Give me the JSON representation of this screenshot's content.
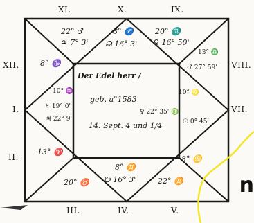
{
  "houses": {
    "top": [
      "XI.",
      "X.",
      "IX."
    ],
    "left": [
      "XII.",
      "I.",
      "II."
    ],
    "right": [
      "VIII.",
      "VII."
    ],
    "bottom": [
      "III.",
      "IV.",
      "V."
    ]
  },
  "center": {
    "title": "Der Edel herr /",
    "line2": "geb. a°1583",
    "line3": "14. Sept. 4 und 1/4"
  },
  "cells": {
    "c11a": "22° ♂",
    "c11b": "♃ 7° 3'",
    "c10a": "8° ♐",
    "c10b": "☊ 16° 3'",
    "c9a": "20° ♏",
    "c9b": "♀ 16° 50'",
    "c8a": "13° ♎",
    "c8b": "♂ 27° 59'",
    "c12": "8° ♑",
    "c1a": "10° ♒",
    "c1b": "♄ 19° 0'",
    "c1c": "♃ 22° 9'",
    "c7": "10° ♌",
    "c7b": "♀ 22° 35' ♍",
    "c7c": "☉ 0° 45'",
    "c2": "13° ♈",
    "c6": "8° ♋",
    "c4a": "8° ♊",
    "c4b": "☋ 16° 3'",
    "c3": "20° ♉",
    "c5": "22° ♊",
    "neon": "n"
  }
}
